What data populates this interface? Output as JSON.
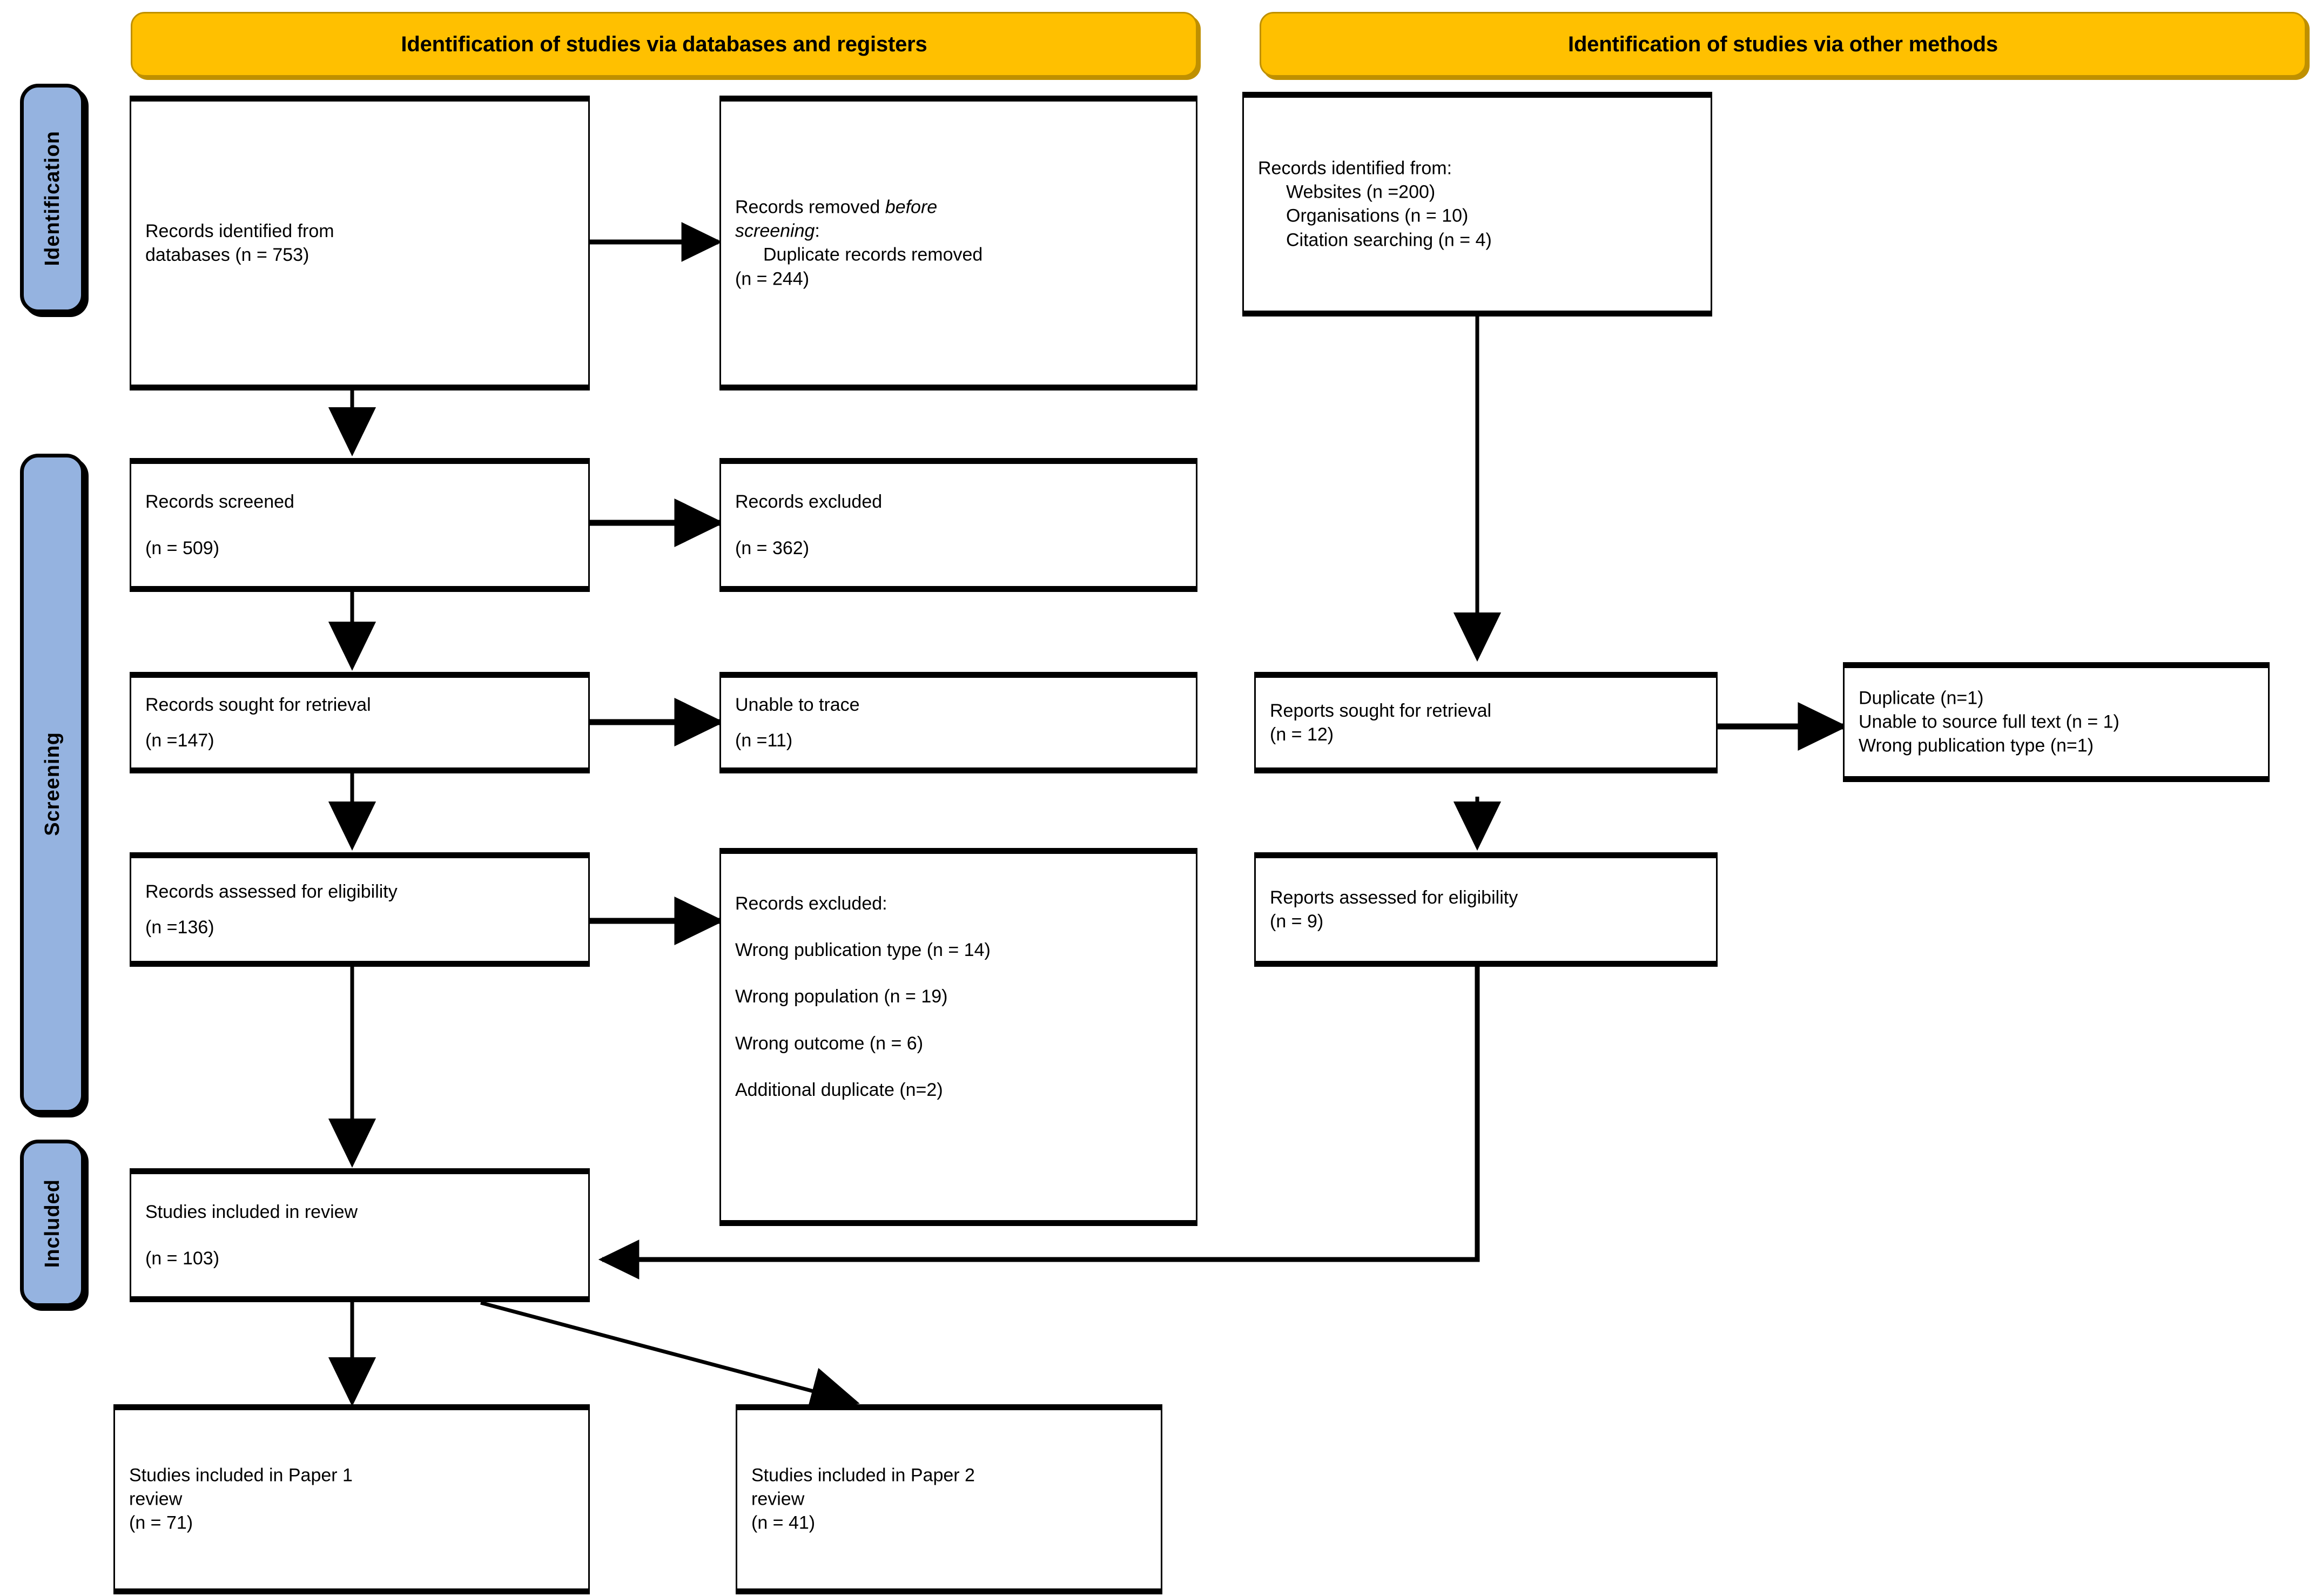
{
  "banners": [
    {
      "id": "databases-registers",
      "label": "Identification of studies via databases and registers"
    },
    {
      "id": "other-methods",
      "label": "Identification of studies via other methods"
    }
  ],
  "stages": [
    {
      "id": "identification",
      "label": "Identification"
    },
    {
      "id": "screening",
      "label": "Screening"
    },
    {
      "id": "included",
      "label": "Included"
    }
  ],
  "boxes": {
    "records_identified": {
      "line1": "Records identified from",
      "line2": "databases (n = 753)"
    },
    "records_removed": {
      "line1a": "Records removed ",
      "line1b": "before",
      "line2a": "screening",
      "line2b": ":",
      "line3": "Duplicate records removed",
      "line4": "(n = 244)"
    },
    "records_identified_other": {
      "line1": "Records identified from:",
      "line2": "Websites (n =200)",
      "line3": "Organisations (n = 10)",
      "line4": "Citation searching (n = 4)"
    },
    "records_screened": {
      "line1": "Records screened",
      "line2": "(n = 509)"
    },
    "records_excluded_screened": {
      "line1": "Records excluded",
      "line2": "(n = 362)"
    },
    "records_sought": {
      "line1": "Records sought for retrieval",
      "line2": "(n =147)"
    },
    "unable_to_trace": {
      "line1": "Unable to trace",
      "line2": "(n =11)"
    },
    "reports_sought": {
      "line1": "Reports sought for retrieval",
      "line2": "(n = 12)"
    },
    "reports_excluded": {
      "line1": "Duplicate (n=1)",
      "line2": "Unable to source full text (n = 1)",
      "line3": "Wrong publication type (n=1)"
    },
    "records_assessed": {
      "line1": "Records assessed for eligibility",
      "line2": "(n =136)"
    },
    "records_excluded_detail": {
      "line1": "Records excluded:",
      "line2": "Wrong publication type (n = 14)",
      "line3": "Wrong population (n = 19)",
      "line4": "Wrong outcome (n = 6)",
      "line5": "Additional duplicate (n=2)"
    },
    "reports_assessed": {
      "line1": "Reports assessed for eligibility",
      "line2": "(n = 9)"
    },
    "studies_included": {
      "line1": "Studies included in review",
      "line2": "(n = 103)"
    },
    "paper1": {
      "line1": "Studies included in Paper 1",
      "line2": "review",
      "line3": "(n = 71)"
    },
    "paper2": {
      "line1": "Studies included in Paper 2",
      "line2": "review",
      "line3": "(n = 41)"
    }
  },
  "colors": {
    "banner_fill": "#FFC000",
    "banner_border": "#BF9000",
    "stage_tab_fill": "#95B3E0",
    "box_border": "#000000",
    "page_background": "#FFFFFF"
  },
  "chart_data": {
    "type": "diagram",
    "title": "PRISMA 2020 flow diagram",
    "nodes": [
      {
        "id": "records_identified",
        "label": "Records identified from databases",
        "n": 753,
        "stage": "Identification",
        "column": "databases"
      },
      {
        "id": "records_removed",
        "label": "Duplicate records removed before screening",
        "n": 244,
        "stage": "Identification",
        "column": "databases"
      },
      {
        "id": "records_identified_other_websites",
        "label": "Websites",
        "n": 200,
        "stage": "Identification",
        "column": "other"
      },
      {
        "id": "records_identified_other_orgs",
        "label": "Organisations",
        "n": 10,
        "stage": "Identification",
        "column": "other"
      },
      {
        "id": "records_identified_other_citation",
        "label": "Citation searching",
        "n": 4,
        "stage": "Identification",
        "column": "other"
      },
      {
        "id": "records_screened",
        "label": "Records screened",
        "n": 509,
        "stage": "Screening",
        "column": "databases"
      },
      {
        "id": "records_excluded_screened",
        "label": "Records excluded",
        "n": 362,
        "stage": "Screening",
        "column": "databases"
      },
      {
        "id": "records_sought",
        "label": "Records sought for retrieval",
        "n": 147,
        "stage": "Screening",
        "column": "databases"
      },
      {
        "id": "unable_to_trace",
        "label": "Unable to trace",
        "n": 11,
        "stage": "Screening",
        "column": "databases"
      },
      {
        "id": "records_assessed",
        "label": "Records assessed for eligibility",
        "n": 136,
        "stage": "Screening",
        "column": "databases"
      },
      {
        "id": "excl_wrong_pub_type",
        "label": "Wrong publication type",
        "n": 14,
        "stage": "Screening",
        "column": "databases"
      },
      {
        "id": "excl_wrong_population",
        "label": "Wrong population",
        "n": 19,
        "stage": "Screening",
        "column": "databases"
      },
      {
        "id": "excl_wrong_outcome",
        "label": "Wrong outcome",
        "n": 6,
        "stage": "Screening",
        "column": "databases"
      },
      {
        "id": "excl_additional_duplicate",
        "label": "Additional duplicate",
        "n": 2,
        "stage": "Screening",
        "column": "databases"
      },
      {
        "id": "reports_sought",
        "label": "Reports sought for retrieval",
        "n": 12,
        "stage": "Screening",
        "column": "other"
      },
      {
        "id": "rep_excl_duplicate",
        "label": "Duplicate",
        "n": 1,
        "stage": "Screening",
        "column": "other"
      },
      {
        "id": "rep_excl_full_text",
        "label": "Unable to source full text",
        "n": 1,
        "stage": "Screening",
        "column": "other"
      },
      {
        "id": "rep_excl_wrong_pub_type",
        "label": "Wrong publication type",
        "n": 1,
        "stage": "Screening",
        "column": "other"
      },
      {
        "id": "reports_assessed",
        "label": "Reports assessed for eligibility",
        "n": 9,
        "stage": "Screening",
        "column": "other"
      },
      {
        "id": "studies_included",
        "label": "Studies included in review",
        "n": 103,
        "stage": "Included",
        "column": "databases"
      },
      {
        "id": "paper1",
        "label": "Studies included in Paper 1 review",
        "n": 71,
        "stage": "Included",
        "column": "databases"
      },
      {
        "id": "paper2",
        "label": "Studies included in Paper 2 review",
        "n": 41,
        "stage": "Included",
        "column": "databases"
      }
    ],
    "edges": [
      {
        "from": "records_identified",
        "to": "records_removed"
      },
      {
        "from": "records_identified",
        "to": "records_screened"
      },
      {
        "from": "records_screened",
        "to": "records_excluded_screened"
      },
      {
        "from": "records_screened",
        "to": "records_sought"
      },
      {
        "from": "records_sought",
        "to": "unable_to_trace"
      },
      {
        "from": "records_sought",
        "to": "records_assessed"
      },
      {
        "from": "records_assessed",
        "to": "records_excluded_detail"
      },
      {
        "from": "records_assessed",
        "to": "studies_included"
      },
      {
        "from": "records_identified_other",
        "to": "reports_sought"
      },
      {
        "from": "reports_sought",
        "to": "reports_excluded"
      },
      {
        "from": "reports_sought",
        "to": "reports_assessed"
      },
      {
        "from": "reports_assessed",
        "to": "studies_included"
      },
      {
        "from": "studies_included",
        "to": "paper1"
      },
      {
        "from": "studies_included",
        "to": "paper2"
      }
    ]
  }
}
